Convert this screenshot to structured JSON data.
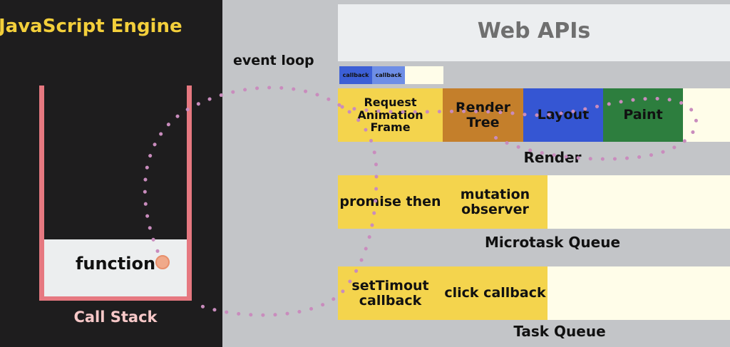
{
  "engine": {
    "title": "JavaScript Engine"
  },
  "call_stack": {
    "frame_label": "function",
    "label": "Call Stack"
  },
  "event_loop": {
    "label": "event loop"
  },
  "web_apis": {
    "title": "Web APIs"
  },
  "raf_callbacks": [
    "callback",
    "callback"
  ],
  "render": {
    "label": "Render",
    "steps": [
      "Request Animation Frame",
      "Render Tree",
      "Layout",
      "Paint"
    ]
  },
  "microtask_queue": {
    "label": "Microtask Queue",
    "items": [
      "promise then",
      "mutation observer"
    ]
  },
  "task_queue": {
    "label": "Task Queue",
    "items": [
      "setTimout callback",
      "click callback"
    ]
  },
  "colors": {
    "yellow": "#f4d44d",
    "brown": "#c47f2b",
    "blue": "#3556d3",
    "green": "#2d7e3e",
    "cream": "#fffde9",
    "stack_pink": "#e67880",
    "loop_dots": "#c98cbd"
  }
}
